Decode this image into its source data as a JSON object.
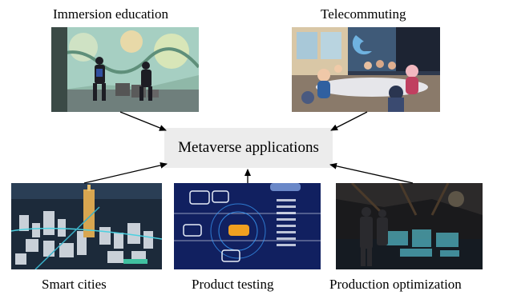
{
  "center": {
    "label": "Metaverse applications"
  },
  "applications": {
    "immersion_education": "Immersion education",
    "telecommuting": "Telecommuting",
    "smart_cities": "Smart cities",
    "product_testing": "Product testing",
    "production_optimization": "Production optimization"
  }
}
